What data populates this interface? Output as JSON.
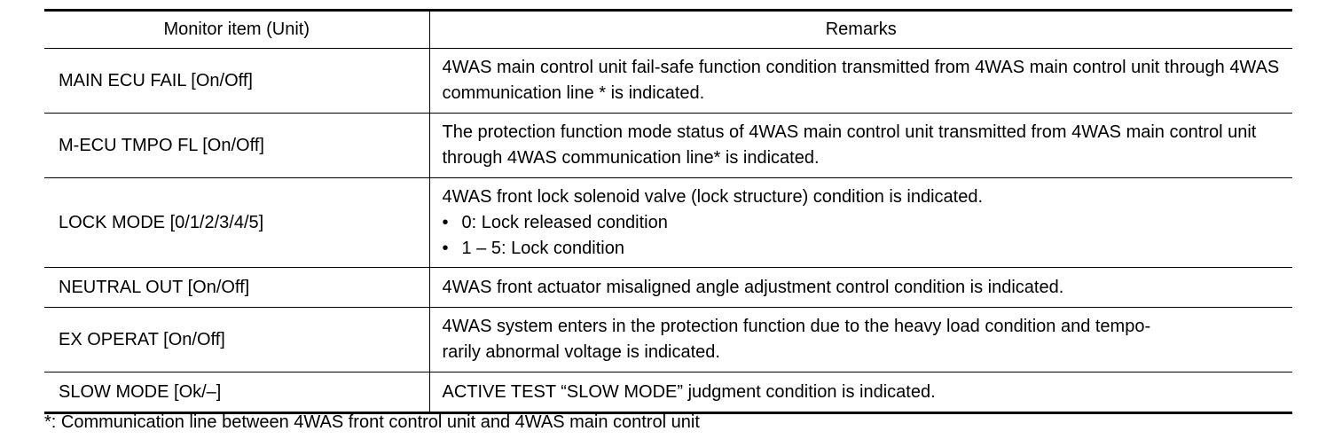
{
  "table": {
    "headers": {
      "item": "Monitor item (Unit)",
      "remarks": "Remarks"
    },
    "rows": [
      {
        "item": "MAIN ECU FAIL [On/Off]",
        "remark": "4WAS main control unit fail-safe function condition transmitted from 4WAS main control unit through 4WAS communication line * is indicated."
      },
      {
        "item": "M-ECU TMPO FL [On/Off]",
        "remark": "The protection function mode status of 4WAS main control unit transmitted from 4WAS main control unit through 4WAS communication line* is indicated."
      },
      {
        "item": "LOCK MODE [0/1/2/3/4/5]",
        "remark": "4WAS front lock solenoid valve (lock structure) condition is indicated.",
        "bullets": [
          "0: Lock released condition",
          "1 – 5: Lock condition"
        ]
      },
      {
        "item": "NEUTRAL OUT [On/Off]",
        "remark": "4WAS front actuator misaligned angle adjustment control condition is indicated."
      },
      {
        "item": "EX OPERAT [On/Off]",
        "remark": "4WAS system enters in the protection function due to the heavy load condition and tempo-rarily abnormal voltage is indicated.",
        "remark_line1": "4WAS system enters in the protection function due to the heavy load condition and tempo-",
        "remark_line2": "rarily abnormal voltage is indicated."
      },
      {
        "item": "SLOW MODE [Ok/–]",
        "remark": "ACTIVE TEST “SLOW MODE” judgment condition is indicated."
      }
    ]
  },
  "footnote": "*: Communication line between 4WAS front control unit and 4WAS main control unit",
  "bullet_symbol": "•"
}
